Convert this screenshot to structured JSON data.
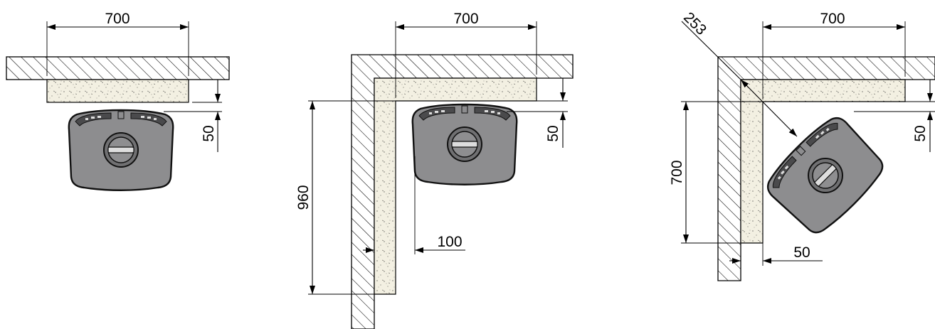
{
  "diagrams": [
    {
      "id": "wall-mount",
      "width_label": "700",
      "clearance_label": "50"
    },
    {
      "id": "corner-mount",
      "width_label": "700",
      "height_label": "960",
      "side_clearance_label": "100",
      "clearance_label": "50"
    },
    {
      "id": "diagonal-corner-mount",
      "width_label": "700",
      "height_label": "700",
      "diagonal_label": "253",
      "side_clearance_label": "50",
      "clearance_label": "50"
    }
  ],
  "colors": {
    "wall_hatch": "#000000",
    "insulation_fill": "#f3f0e2",
    "stove_body": "#8d8d8f",
    "stove_outline": "#111111"
  }
}
